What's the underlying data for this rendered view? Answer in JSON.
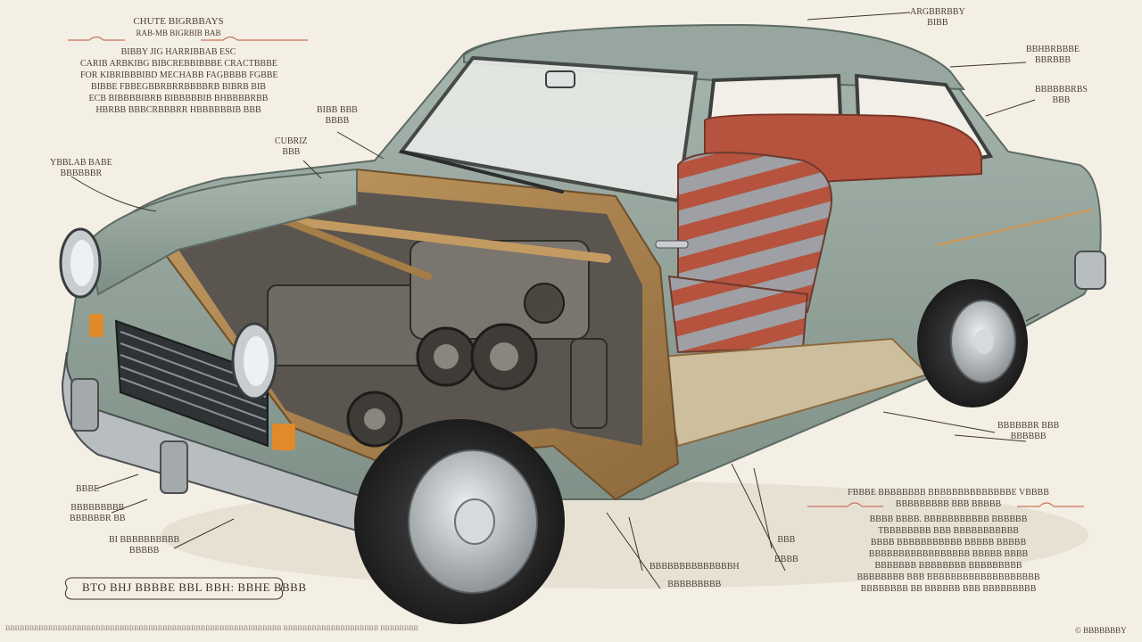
{
  "colors": {
    "background": "#f4efe4",
    "body_paint": "#93a49c",
    "body_shade": "#6f8279",
    "rust": "#b08a55",
    "seat_red": "#b5533e",
    "seat_stripe": "#9a9a9e",
    "chrome": "#c9cdd0",
    "tire": "#2a2a2a",
    "ink": "#4a3f35",
    "accent_red": "#c8735a"
  },
  "top_left_block": {
    "title": "CHUTE BIGRBBAYS",
    "subtitle": "RAB-MB BIGRBIB BAB",
    "lines": [
      "BIBBY JIG HARRIBBAB ESC",
      "CARIB ARBKIBG BIBCREBBIBBBE CRACTBBBE",
      "FOR KIBRIBBBIBD MECHABB FAGBBBB FGBBE",
      "BIBBE FBBEGBBRBRRBBBBRB BIBRB BIB",
      "ECB BIBBBBIBRB BIBBBBBIB BHBBBBRBB",
      "HBRBB BBBCRBBBRR HBBBBBBIB BBB"
    ]
  },
  "labels": {
    "top_right_1": [
      "ARGBBRBBY",
      "BIBB"
    ],
    "top_right_2": [
      "BBHBRBBBE",
      "BBRBBB"
    ],
    "top_right_3": [
      "BBBBBBRBS",
      "BBB"
    ],
    "mid_top_1": [
      "BIBB BBB",
      "BBBB"
    ],
    "mid_top_2": [
      "CUBRIZ",
      "BBB"
    ],
    "left_mid": [
      "YBBLAB BABE",
      "BBBBBBR"
    ],
    "right_lower": [
      "BBBBBBR BBB",
      "BBBBBB"
    ],
    "bottom_left_1": [
      "BBBE"
    ],
    "bottom_left_2": [
      "BBBBBBBBB",
      "BBBBBBR BB"
    ],
    "bottom_left_3": [
      "BI BBBBBBBBBB",
      "BBBBB"
    ],
    "bottom_center": [
      "BBBBBBBBBBBBBBH",
      "BBBBBBBBB"
    ],
    "bottom_center_2": [
      "BBB",
      "BBBB"
    ]
  },
  "bottom_right_block": {
    "lines": [
      "FBBBE BBBBBBBB BBBBBBBBBBBBBBE VBBBB",
      "BBBBBBBBB BBB BBBBB",
      "BBBB BBBB. BBBBBBBBBBB BBBBBB",
      "TBBBBBBBB BBB BBBBBBBBBBB",
      "BBBB BBBBBBBBBBB BBBBB BBBBB",
      "BBBBBBBBBBBBBBBBB BBBBB BBBB",
      "BBBBBBB BBBBBBBB BBBBBBBBB",
      "BBBBBBBB BBB BBBBBBBBBBBBBBBBBBB",
      "BBBBBBBB BB BBBBBB BBB BBBBBBBBB"
    ]
  },
  "caption": "BTO BHJ BBBBE BBL BBH: BBHE BBBB",
  "footer_left": "BBBBBBBBBBBBBBBBBBBBBBBBBBBBBBBBBBBBBBBBBBBBBBBBBBBBBBBBBB BBBBBBBBBBBBBBBBBBBB BBBBBBBB",
  "footer_right": "© BBBBBBBY"
}
